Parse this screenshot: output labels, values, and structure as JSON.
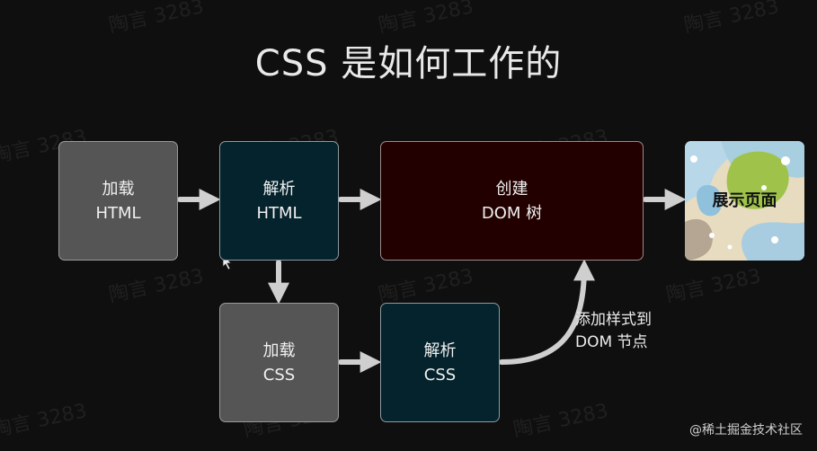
{
  "title": "CSS 是如何工作的",
  "nodes": {
    "load_html": {
      "line1": "加载",
      "line2": "HTML"
    },
    "parse_html": {
      "line1": "解析",
      "line2": "HTML"
    },
    "create_dom": {
      "line1": "创建",
      "line2": "DOM 树"
    },
    "show_page": {
      "label": "展示页面"
    },
    "load_css": {
      "line1": "加载",
      "line2": "CSS"
    },
    "parse_css": {
      "line1": "解析",
      "line2": "CSS"
    }
  },
  "annotation": {
    "line1": "添加样式到",
    "line2": "DOM 节点"
  },
  "watermark": "陶言 3283",
  "credit": "@稀土掘金技术社区",
  "colors": {
    "gray_box": "#555555",
    "teal_box": "#04232c",
    "maroon_box": "#230000",
    "arrow": "#cfcfcf"
  }
}
